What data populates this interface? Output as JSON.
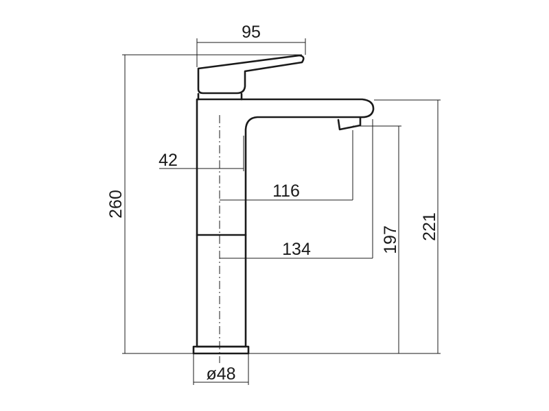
{
  "dimensions": {
    "handle_reach": "95",
    "body_offset": "42",
    "aerator_reach": "116",
    "spout_reach": "134",
    "total_height": "260",
    "spout_height": "221",
    "aerator_height": "197",
    "base_diameter": "ø48"
  },
  "colors": {
    "line": "#1a1a1a",
    "background": "#ffffff"
  }
}
